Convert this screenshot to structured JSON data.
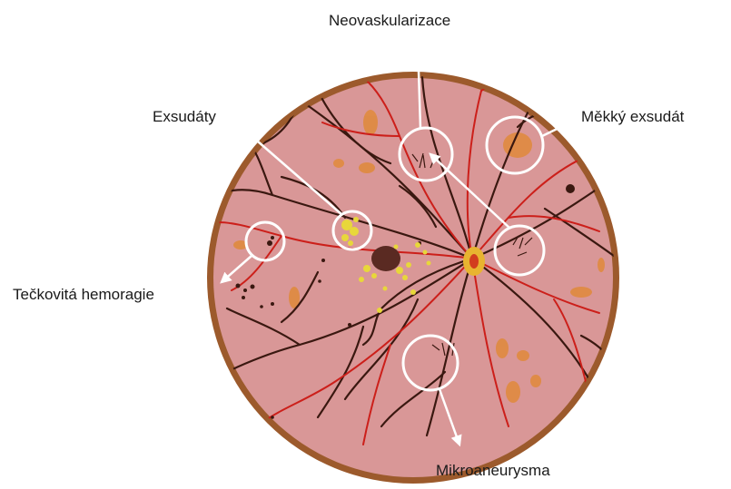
{
  "labels": {
    "neovascularization": "Neovaskularizace",
    "exudates": "Exsudáty",
    "soft_exudate": "Měkký exsudát",
    "dot_hemorrhage": "Tečkovitá hemoragie",
    "microaneurysm": "Mikroaneurysma"
  },
  "colors": {
    "fundus_fill": "#d99797",
    "fundus_rim": "#9c5a2c",
    "artery": "#cc1f1a",
    "vein": "#3a1810",
    "exudate": "#e8d73a",
    "soft_exudate_patch": "#e0893a",
    "callout": "#ffffff",
    "optic_disc": "#e8b430"
  },
  "icons": {
    "fundus": "retina-fundus-illustration",
    "callout_arrow": "white-callout-arrow"
  }
}
